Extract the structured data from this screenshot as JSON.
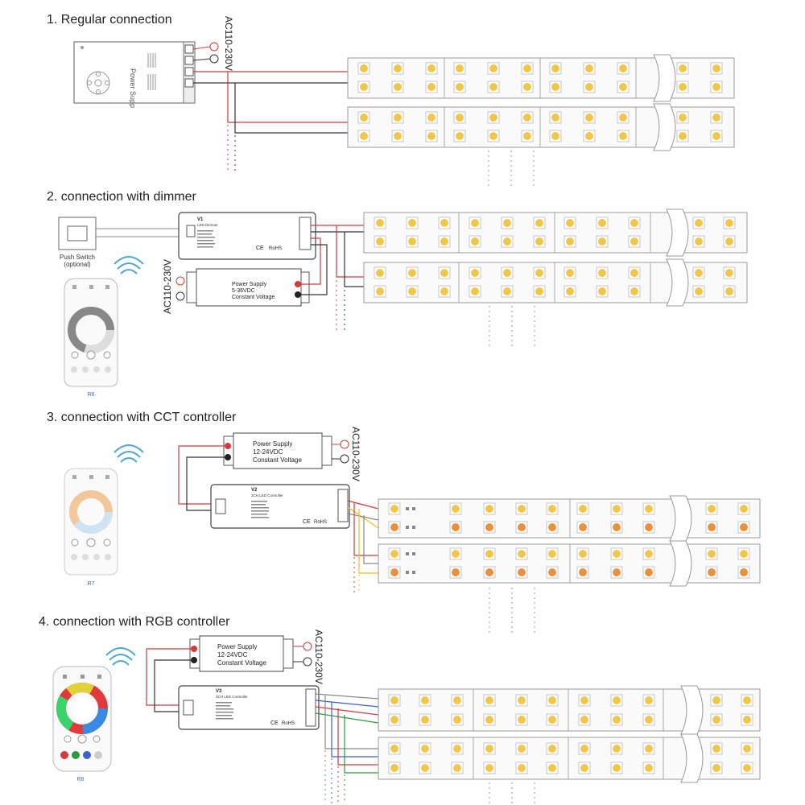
{
  "sections": [
    {
      "title": "1. Regular connection"
    },
    {
      "title": "2. connection with dimmer"
    },
    {
      "title": "3. connection with CCT controller"
    },
    {
      "title": "4. connection with RGB controller"
    }
  ],
  "labels": {
    "ac_voltage": "AC110-230V",
    "power_supp": "Power Supp",
    "push_switch": "Push Switch",
    "push_switch_note": "(optional)",
    "ps_title": "Power Supply",
    "ps_range_5_36": "5-36VDC",
    "ps_range_12_24": "12-24VDC",
    "ps_mode": "Constant Voltage",
    "v1_model": "V1",
    "v1_name": "LED Dimmer",
    "v2_model": "V2",
    "v2_name": "2CH LED Controller",
    "v3_model": "V3",
    "v3_name": "3CH LED Controller",
    "rohs": "RoHS",
    "ce": "CE",
    "remote_r6": "R6",
    "remote_r7": "R7",
    "remote_r8": "R8"
  },
  "colors": {
    "wire_red": "#d23b3b",
    "wire_black": "#333333",
    "wire_yellow": "#e8c21b",
    "wire_green": "#2a9a3a",
    "wire_blue": "#3a5fd0",
    "wire_gray": "#888888",
    "led_warm": "#f1c74a",
    "led_amber": "#e9913a",
    "remote_accent": "#3a6ab8",
    "signal_blue": "#4aa6d6"
  },
  "icons": [
    "wifi-signal-icon",
    "power-icon",
    "led-chip-icon"
  ]
}
